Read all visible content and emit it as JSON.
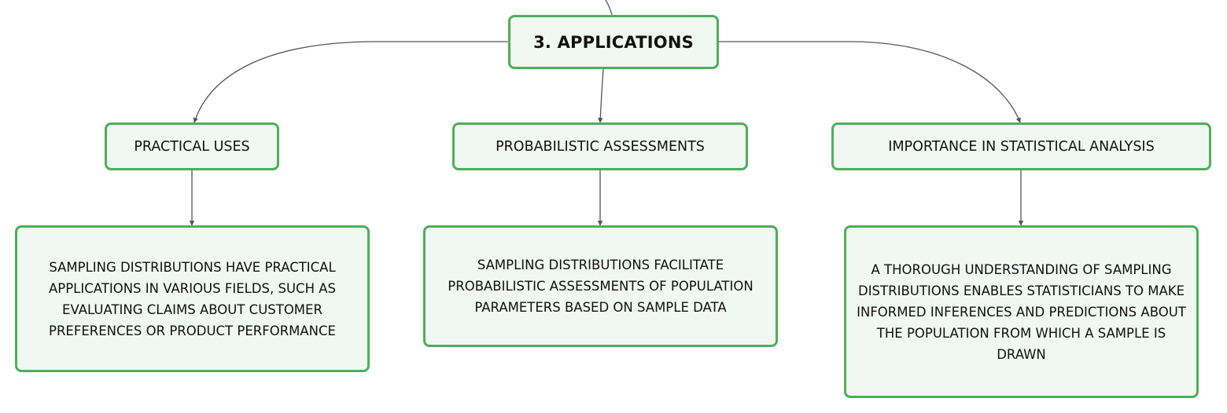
{
  "root": {
    "label": "3. APPLICATIONS"
  },
  "branches": [
    {
      "label": "PRACTICAL USES",
      "detail": "SAMPLING DISTRIBUTIONS HAVE PRACTICAL APPLICATIONS IN VARIOUS FIELDS, SUCH AS EVALUATING CLAIMS ABOUT CUSTOMER PREFERENCES OR PRODUCT PERFORMANCE"
    },
    {
      "label": "PROBABILISTIC ASSESSMENTS",
      "detail": "SAMPLING DISTRIBUTIONS FACILITATE PROBABILISTIC ASSESSMENTS OF POPULATION PARAMETERS BASED ON SAMPLE DATA"
    },
    {
      "label": "IMPORTANCE IN STATISTICAL ANALYSIS",
      "detail": "A THOROUGH UNDERSTANDING OF SAMPLING DISTRIBUTIONS ENABLES STATISTICIANS TO MAKE INFORMED INFERENCES AND PREDICTIONS ABOUT THE POPULATION FROM WHICH A SAMPLE IS DRAWN"
    }
  ],
  "colors": {
    "node_border": "#4caf5a",
    "node_fill": "#f1f8f2",
    "connector": "#555555",
    "text": "#111111"
  }
}
